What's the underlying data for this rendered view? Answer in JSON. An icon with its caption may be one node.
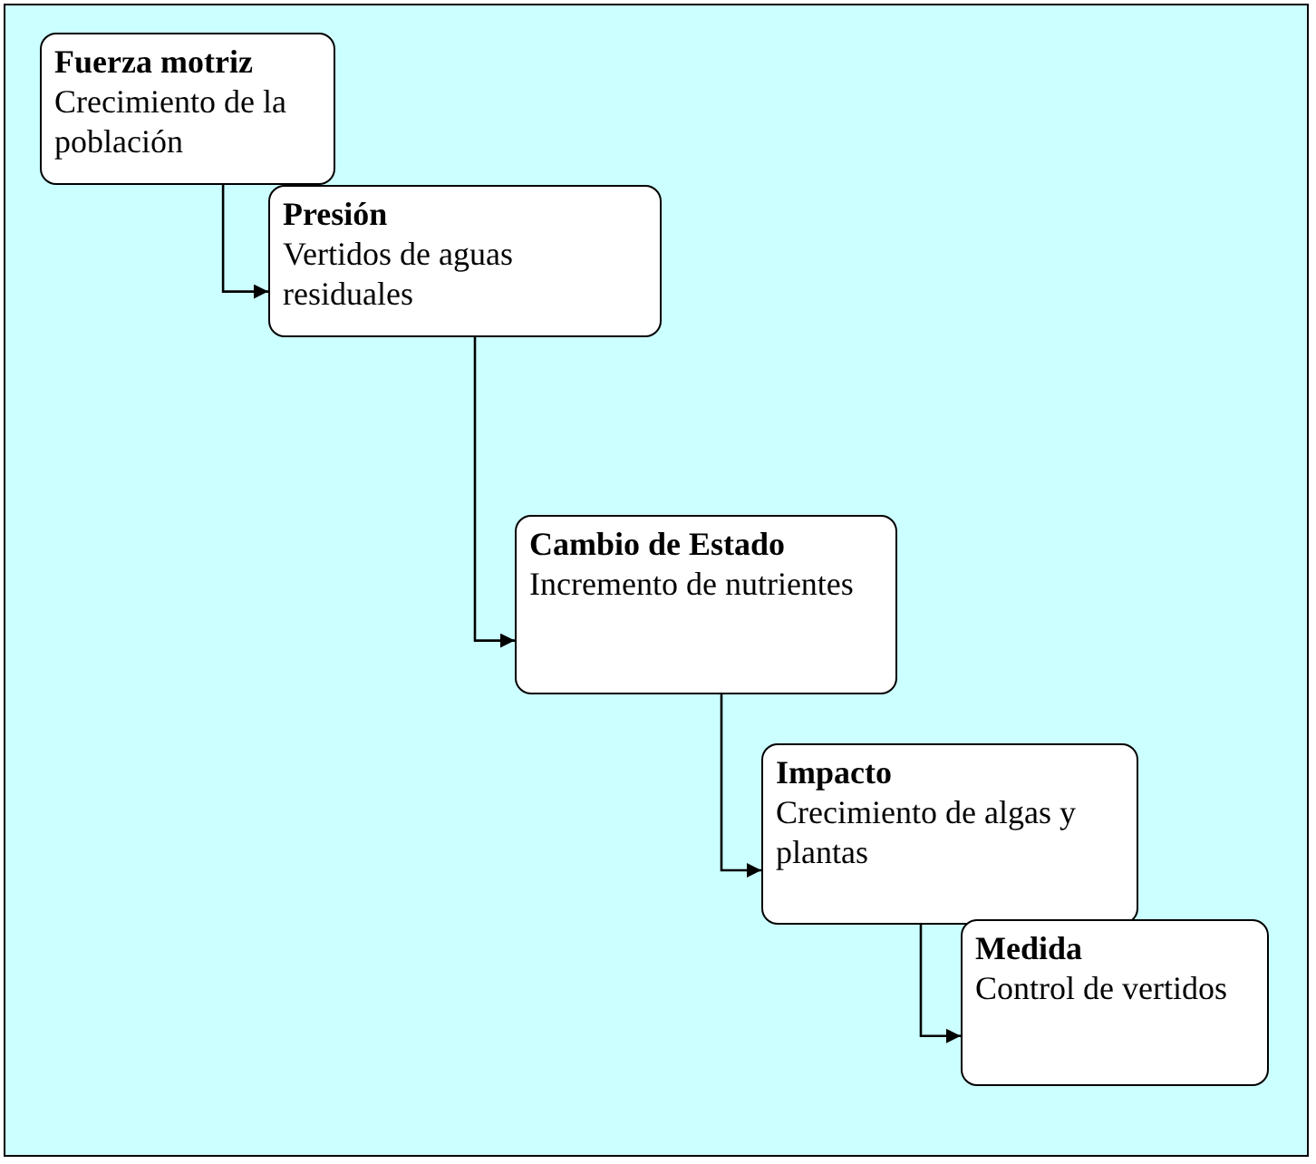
{
  "diagram": {
    "nodes": [
      {
        "text": [
          "Fuerza motriz",
          "Crecimiento de la población"
        ]
      },
      {
        "text": [
          "Presión",
          "Vertidos de aguas residuales"
        ]
      },
      {
        "text": [
          "Cambio de Estado",
          "Incremento de nutrientes"
        ]
      },
      {
        "text": [
          "Impacto",
          "Crecimiento de algas y plantas"
        ]
      },
      {
        "text": [
          "Medida",
          "Control de vertidos"
        ]
      }
    ],
    "edges": [
      {
        "from": 0,
        "to": 1,
        "arrow": "to"
      },
      {
        "from": 1,
        "to": 2,
        "arrow": "to"
      },
      {
        "from": 2,
        "to": 3,
        "arrow": "to"
      },
      {
        "from": 3,
        "to": 4,
        "arrow": "to"
      }
    ]
  }
}
